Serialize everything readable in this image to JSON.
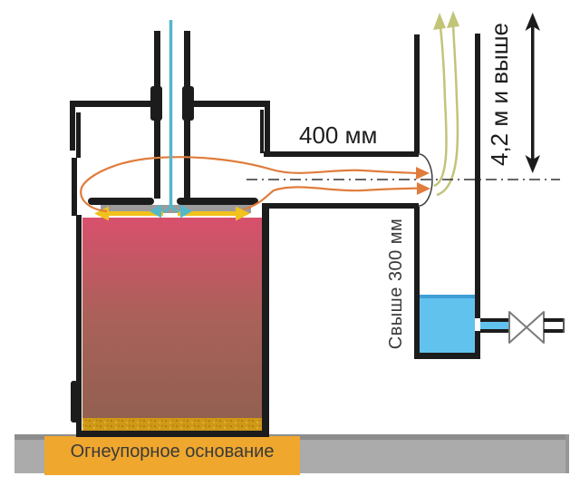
{
  "diagram": {
    "labels": {
      "pipe_length": "400 мм",
      "chimney_height": "4,2 м и выше",
      "chimney_depth": "Свыше 300 мм",
      "base": "Огнеупорное основание"
    },
    "colors": {
      "outline": "#1c1c1c",
      "air_flow": "#54b7c9",
      "hot_gas": "#e07c3c",
      "flue_gas": "#c2c478",
      "oil_vapor": "#f1c11d",
      "plate": "#9b9b9b",
      "oil_top": "#d8506c",
      "oil_mid": "#aa6159",
      "oil_bottom": "#926051",
      "sediment": "#cf9816",
      "water": "#62c2ee",
      "water_edge": "#3f9fd4",
      "base_block": "#efa72e",
      "floor": "#ababab",
      "floor_edge": "#8d8d8d",
      "valve_outline": "#7a7a7a",
      "label_dark": "#1d1d1d",
      "label_gray": "#3a3a3a"
    }
  }
}
